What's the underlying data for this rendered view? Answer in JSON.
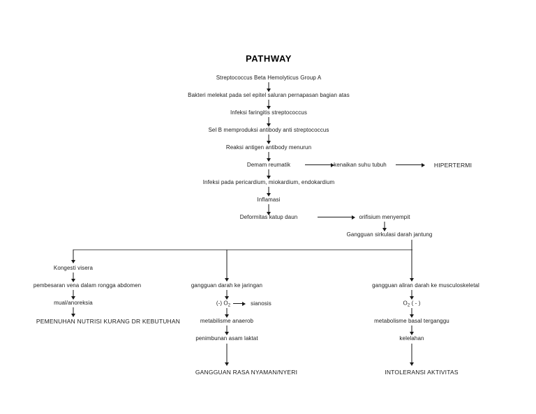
{
  "document": {
    "title": "PATHWAY"
  },
  "main_chain": [
    {
      "id": "streptococcus",
      "label": "Streptococcus Beta Hemolyticus Group A"
    },
    {
      "id": "bakteri",
      "label": "Bakteri melekat pada sel epitel saluran pernapasan bagian atas"
    },
    {
      "id": "faringitis",
      "label": "Infeksi faringitis streptococcus"
    },
    {
      "id": "sel-b",
      "label": "Sel B memproduksi antibody anti streptococcus"
    },
    {
      "id": "reaksi",
      "label": "Reaksi antigen antibody menurun"
    },
    {
      "id": "demam",
      "label": "Demam reumatik"
    },
    {
      "id": "infeksi-jantung",
      "label": "Infeksi pada pericardium, miokardium, endokardium"
    },
    {
      "id": "inflamasi",
      "label": "Inflamasi"
    },
    {
      "id": "deformitas",
      "label": "Deformitas katup daun"
    }
  ],
  "fever_branch": {
    "kenaikan": "kenaikan suhu tubuh",
    "hipertermi": "HIPERTERMI"
  },
  "valve_branch": {
    "orifisium": "orifisium menyempit",
    "gangguan_sirkulasi": "Gangguan sirkulasi darah jantung"
  },
  "branches": {
    "left": {
      "kongesti": "Kongesti visera",
      "pembesaran": "pembesaran vena dalam rongga abdomen",
      "mual": "mual/anoreksia",
      "diagnosis": "PEMENUHAN NUTRISI KURANG DR KEBUTUHAN"
    },
    "middle": {
      "gangguan_jaringan": "gangguan darah ke jaringan",
      "o2_turun_pre": "(-) O",
      "o2_turun_sub": "2",
      "sianosis": "sianosis",
      "metabolisme": "metabilisme anaerob",
      "asam_laktat": "penimbunan asam laktat",
      "diagnosis": "GANGGUAN RASA NYAMAN/NYERI"
    },
    "right": {
      "gangguan_musculo": "gangguan aliran darah ke musculoskeletal",
      "o2_pre": "O",
      "o2_sub": "2",
      "o2_post": " ( - )",
      "metabolisme_basal": "metabolisme basal terganggu",
      "kelelahan": "kelelahan",
      "diagnosis": "INTOLERANSI AKTIVITAS"
    }
  },
  "colors": {
    "text": "#1a1a1a",
    "connector": "#1a1a1a",
    "connector_light": "#555555",
    "background": "#ffffff"
  }
}
